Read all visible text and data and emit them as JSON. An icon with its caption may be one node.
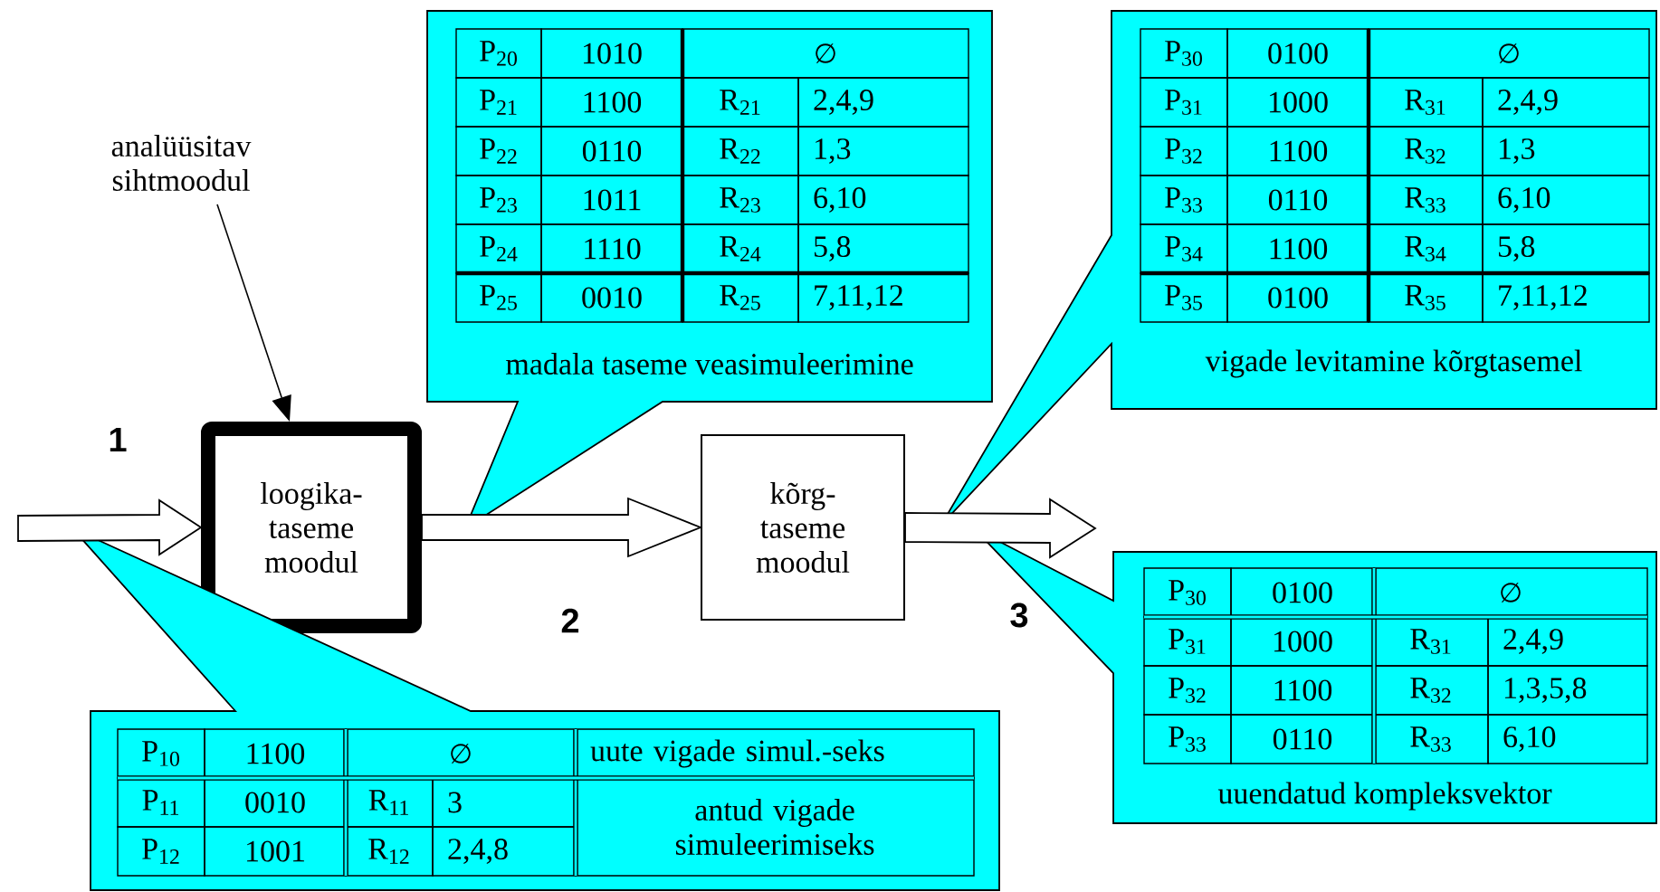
{
  "diagram": {
    "nodes": [
      {
        "text": [
          "analüüsitav sihtmoodul"
        ]
      },
      {
        "text": [
          "loogika- taseme moodul"
        ]
      },
      {
        "text": [
          "kõrg- taseme moodul"
        ]
      },
      {
        "text": [
          "P$_{20}$",
          "1010",
          "∅",
          "P$_{21}$",
          "1100",
          "R$_{21}$",
          "2,4,9",
          "P$_{22}$",
          "0110",
          "R$_{22}$",
          "1,3",
          "P$_{23}$",
          "1011",
          "R$_{23}$",
          "6,10",
          "P$_{24}$",
          "1110",
          "R$_{24}$",
          "5,8",
          "P$_{25}$",
          "0010",
          "R$_{25}$",
          "7,11,12",
          "madala taseme veasimuleerimine"
        ]
      },
      {
        "text": [
          "P$_{30}$",
          "0100",
          "∅",
          "P$_{31}$",
          "1000",
          "R$_{31}$",
          "2,4,9",
          "P$_{32}$",
          "1100",
          "R$_{32}$",
          "1,3",
          "P$_{33}$",
          "0110",
          "R$_{33}$",
          "6,10",
          "P$_{34}$",
          "1100",
          "R$_{34}$",
          "5,8",
          "P$_{35}$",
          "0100",
          "R$_{35}$",
          "7,11,12",
          "vigade levitamine kõrgtasemel"
        ]
      },
      {
        "text": [
          "P$_{30}$",
          "0100",
          "∅",
          "P$_{31}$",
          "1000",
          "R$_{31}$",
          "2,4,9",
          "P$_{32}$",
          "1100",
          "R$_{32}$",
          "1,3,5,8",
          "P$_{33}$",
          "0110",
          "R$_{33}$",
          "6,10",
          "uuendatud kompleksvektor"
        ]
      },
      {
        "text": [
          "P$_{10}$",
          "1100",
          "∅",
          "uute vigade simul.-seks",
          "P$_{11}$",
          "0010",
          "R$_{11}$",
          "3",
          "antud vigade simuleerimiseks",
          "P$_{12}$",
          "1001",
          "R$_{12}$",
          "2,4,8"
        ]
      }
    ],
    "edges": [
      {
        "from": 0,
        "to": 1,
        "arrow": "to"
      },
      {
        "from": null,
        "to": 1,
        "arrow": "to",
        "label": "1",
        "style": "thick"
      },
      {
        "from": 1,
        "to": 2,
        "arrow": "to",
        "label": "2",
        "style": "thick"
      },
      {
        "from": 2,
        "to": null,
        "arrow": "to",
        "label": "3",
        "style": "thick"
      }
    ]
  }
}
